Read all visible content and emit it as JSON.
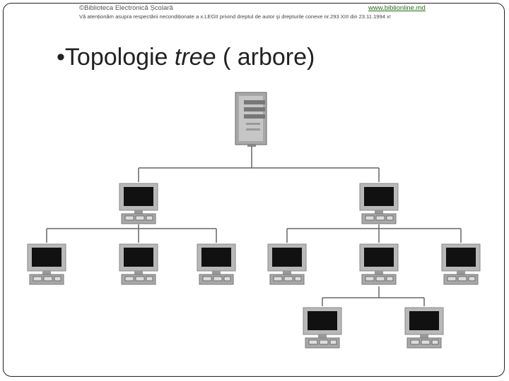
{
  "header": {
    "copyright": "©Biblioteca Electronică Școlară",
    "link": "www.biblionline.md",
    "notice": "Vă atenționăm asupra respectării necondiționate a x.LEGII privind dreptul de autor şi drepturile conexe nr.293 XIII din 23.11.1994 x!"
  },
  "slide": {
    "bullet": "•",
    "title_prefix": "Topologie ",
    "title_em": "tree",
    "title_suffix": " ( arbore)"
  },
  "diagram": {
    "server_icon": "server-tower-icon",
    "workstation_icon": "desktop-computer-icon",
    "colors": {
      "lines": "#666666",
      "screen": "#111111",
      "monitor_frame": "#b0b0b0",
      "server_body": "#a8a8a8"
    }
  }
}
